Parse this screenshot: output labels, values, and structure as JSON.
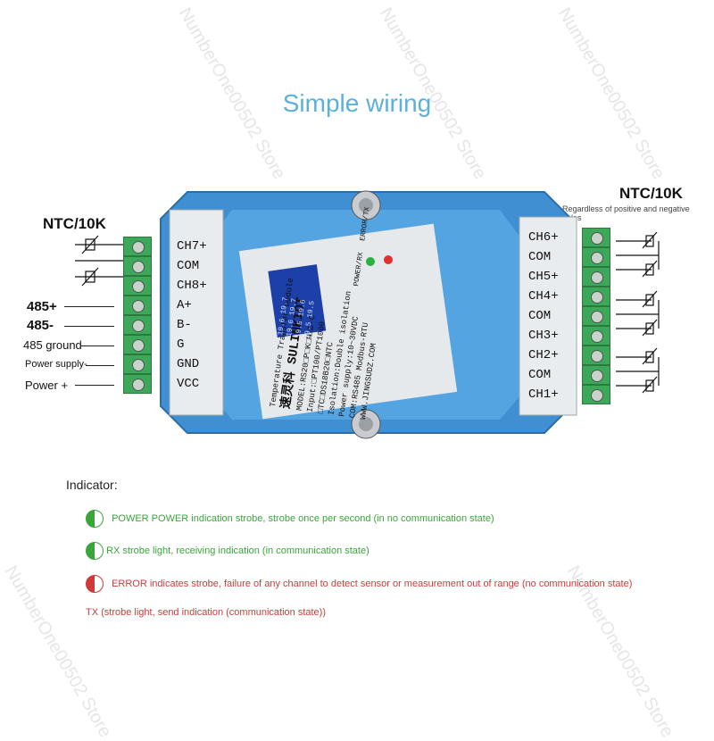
{
  "title": "Simple wiring",
  "left": {
    "ntc_title": "NTC/10K",
    "labels": [
      "485+",
      "485-",
      "485 ground",
      "Power supply-",
      "Power +"
    ]
  },
  "right": {
    "ntc_title": "NTC/10K",
    "note": "Regardless of positive and negative poles"
  },
  "device": {
    "left_terminals": [
      "CH7+",
      "COM",
      "CH8+",
      "A+",
      "B-",
      "G",
      "GND",
      "VCC"
    ],
    "right_terminals": [
      "CH6+",
      "COM",
      "CH5+",
      "CH4+",
      "COM",
      "CH3+",
      "CH2+",
      "COM",
      "CH1+"
    ],
    "module_label": "Temperature Transfer module",
    "brand_cn": "速灵科",
    "brand": "SULINKIOT",
    "model": "MODEL:RS20□P□K□N□D-C",
    "input": "Input:□PT100/PT1000",
    "sensors": "□TC□DS18B20□NTC",
    "isolation": "Isolation:Double isolation",
    "power": "Power supply:10~30VDC",
    "comm": "COM:RS485 Modbus-RTU",
    "website": "WWW.JINGSUDZ.COM",
    "led_power": "POWER/RX",
    "led_error": "ERROR/TX",
    "display_values": [
      "19.6",
      "19.7",
      "19.6",
      "19.7",
      "19.5",
      "19.6",
      "19.5",
      "19.5"
    ]
  },
  "indicator": {
    "heading": "Indicator:",
    "items": [
      {
        "text": "POWER POWER indication strobe, strobe once per second (in no communication state)",
        "color": "#3aa63a"
      },
      {
        "text": "RX strobe light, receiving indication (in communication state)",
        "color": "#3aa63a"
      },
      {
        "text": "ERROR indicates strobe, failure of any channel to detect sensor or measurement out of range (no communication state)",
        "color": "#d13a3a"
      },
      {
        "text": "TX (strobe light, send indication (communication state))",
        "color": "#d13a3a"
      }
    ]
  },
  "watermark": "NumberOne00502 Store"
}
